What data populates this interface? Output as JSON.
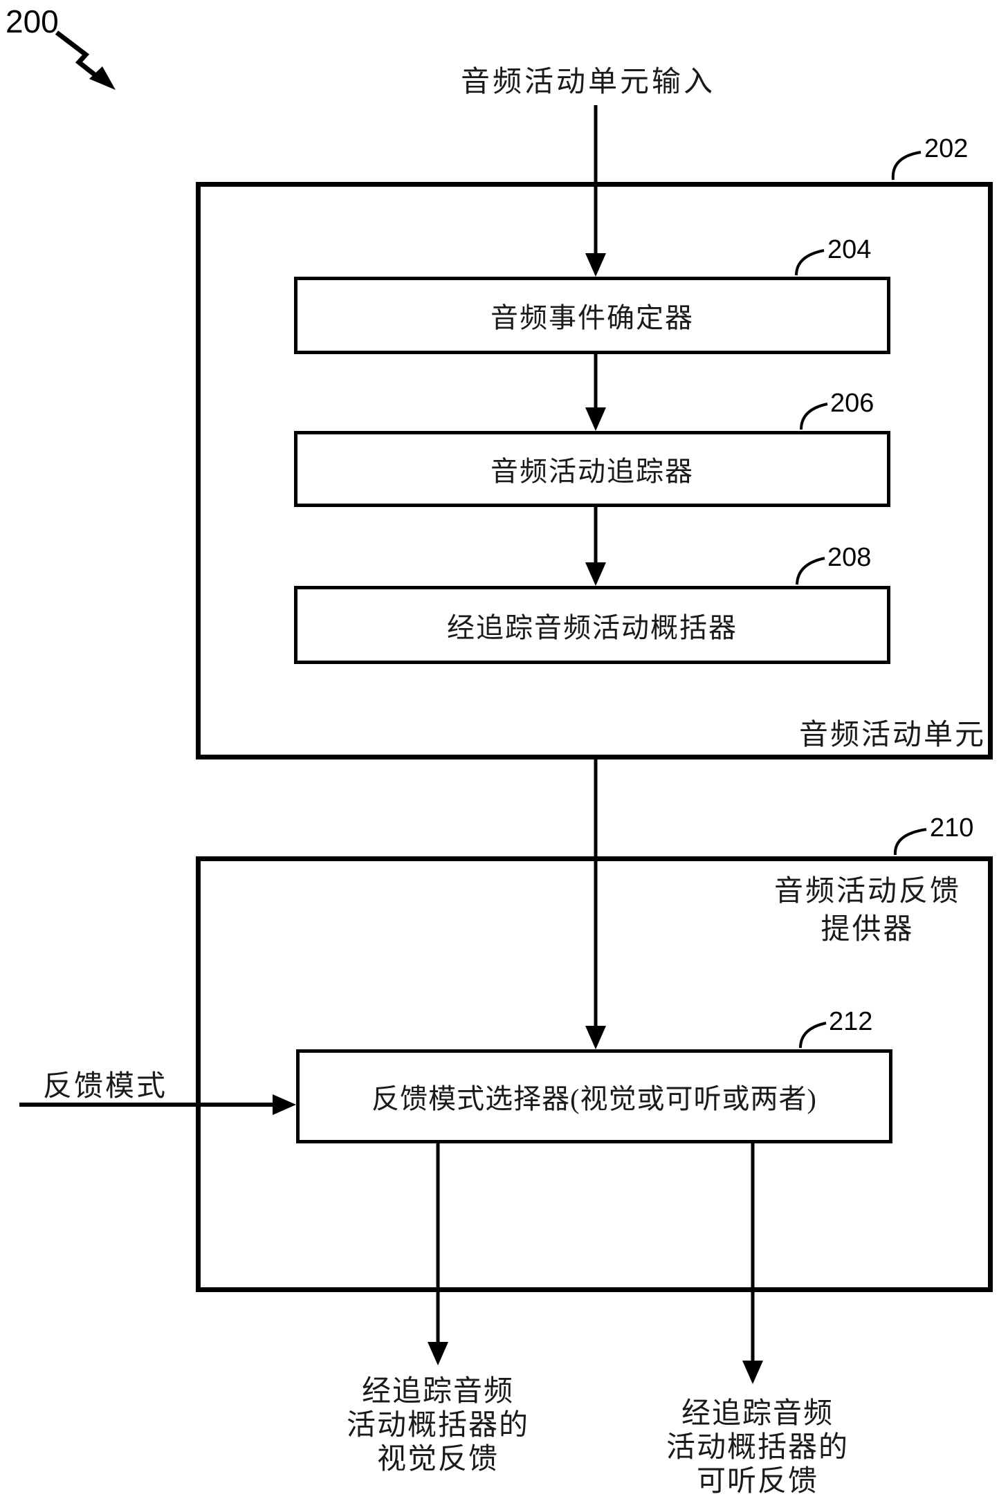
{
  "figure_ref": "200",
  "input_label": "音频活动单元输入",
  "feedback_mode_label": "反馈模式",
  "blocks": {
    "audio_activity_unit": {
      "ref": "202",
      "label": "音频活动单元"
    },
    "audio_event_determiner": {
      "ref": "204",
      "label": "音频事件确定器"
    },
    "audio_activity_tracker": {
      "ref": "206",
      "label": "音频活动追踪器"
    },
    "tracked_audio_activity_summarizer": {
      "ref": "208",
      "label": "经追踪音频活动概括器"
    },
    "audio_activity_feedback_provider": {
      "ref": "210",
      "label_line1": "音频活动反馈",
      "label_line2": "提供器"
    },
    "feedback_mode_selector": {
      "ref": "212",
      "label": "反馈模式选择器(视觉或可听或两者)"
    }
  },
  "outputs": {
    "visual_feedback": {
      "lines": [
        "经追踪音频",
        "活动概括器的",
        "视觉反馈"
      ]
    },
    "audible_feedback": {
      "lines": [
        "经追踪音频",
        "活动概括器的",
        "可听反馈"
      ]
    }
  },
  "colors": {
    "line": "#000000",
    "background": "#ffffff"
  }
}
